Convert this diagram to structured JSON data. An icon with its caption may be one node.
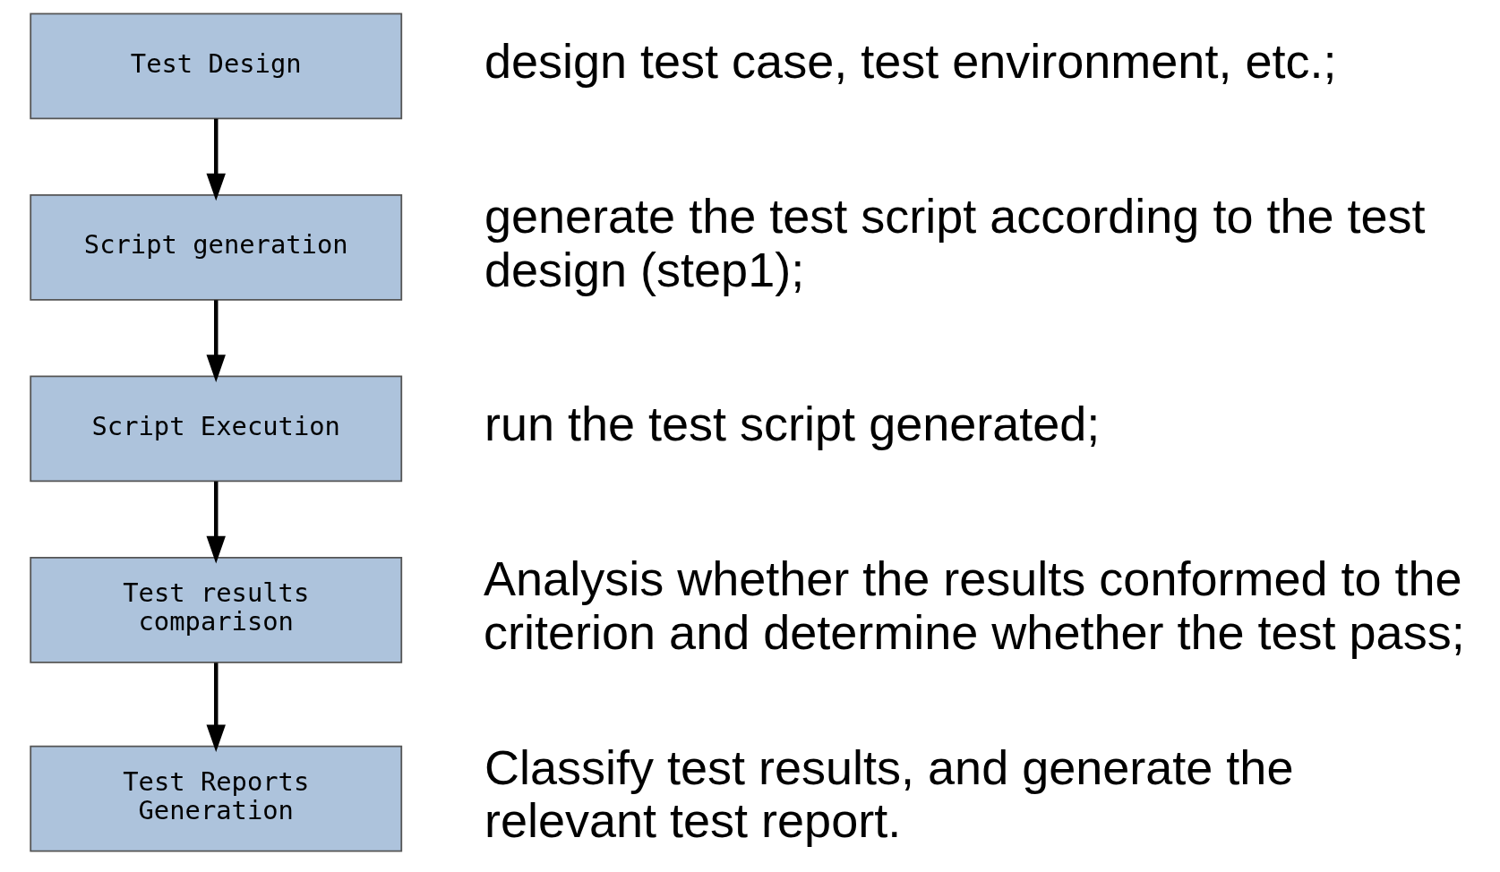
{
  "diagram": {
    "nodes": [
      {
        "text": [
          "Test Design"
        ],
        "beside": [
          "design test case, test environment, etc.;"
        ]
      },
      {
        "text": [
          "Script generation"
        ],
        "beside": [
          "generate the test script according to the test design (step1);"
        ]
      },
      {
        "text": [
          "Script Execution"
        ],
        "beside": [
          "run the test script generated;"
        ]
      },
      {
        "text": [
          "Test results comparison"
        ],
        "beside": [
          "Analysis whether the results conformed to the criterion and determine whether the test pass;"
        ]
      },
      {
        "text": [
          "Test Reports Generation"
        ],
        "beside": [
          "Classify test results, and generate the relevant test report."
        ]
      }
    ],
    "edges": [
      {
        "from": 0,
        "to": 1,
        "arrow": "to"
      },
      {
        "from": 1,
        "to": 2,
        "arrow": "to"
      },
      {
        "from": 2,
        "to": 3,
        "arrow": "to"
      },
      {
        "from": 3,
        "to": 4,
        "arrow": "to"
      }
    ]
  }
}
